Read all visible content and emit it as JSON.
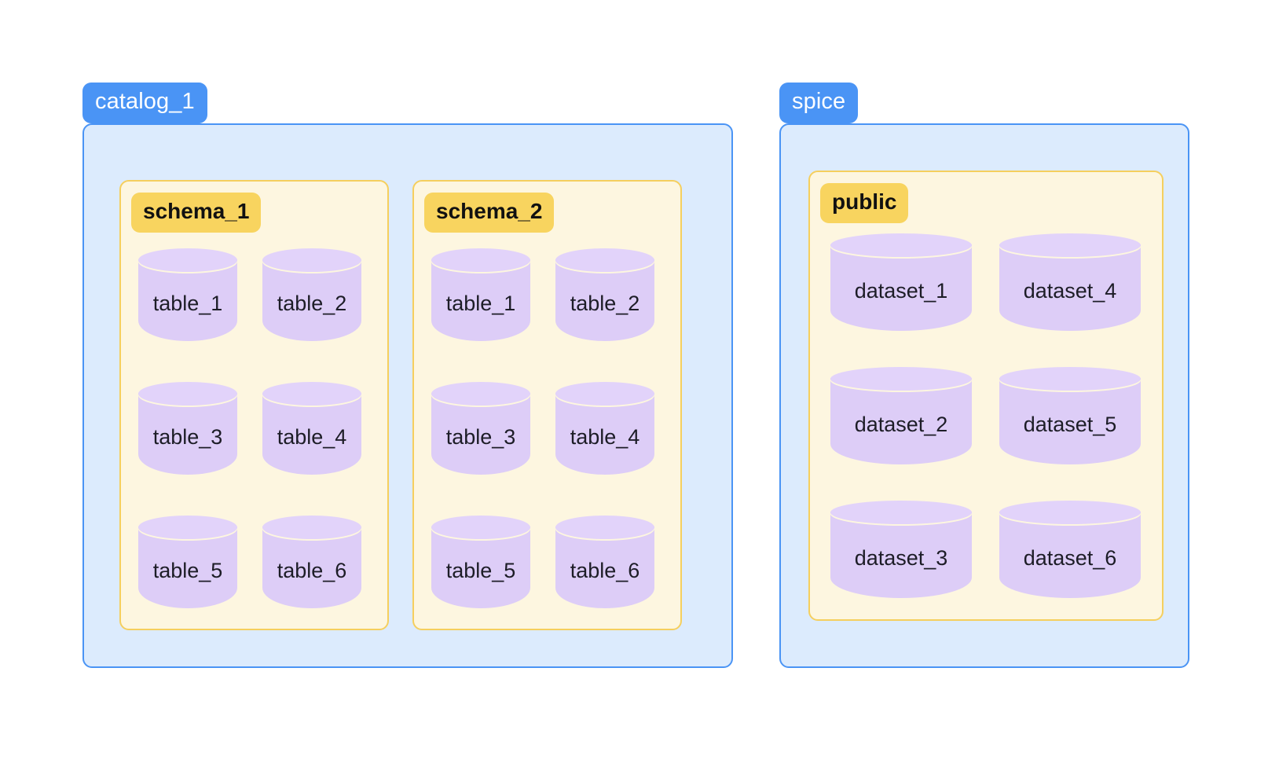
{
  "diagram": {
    "type": "catalog-schema-table-hierarchy",
    "colors": {
      "group_accent": "#4a94f5",
      "group_fill": "#dcebfd",
      "schema_accent": "#f5cf5e",
      "schema_tag": "#f8d45f",
      "schema_fill": "#fdf6e0",
      "cylinder_body": "#ddcdf7",
      "cylinder_top": "#e2d3fa",
      "page_background": "#ffffff"
    }
  },
  "groups": [
    {
      "label": "catalog_1",
      "schemas": [
        {
          "label": "schema_1",
          "objects": [
            {
              "label": "table_1"
            },
            {
              "label": "table_2"
            },
            {
              "label": "table_3"
            },
            {
              "label": "table_4"
            },
            {
              "label": "table_5"
            },
            {
              "label": "table_6"
            }
          ]
        },
        {
          "label": "schema_2",
          "objects": [
            {
              "label": "table_1"
            },
            {
              "label": "table_2"
            },
            {
              "label": "table_3"
            },
            {
              "label": "table_4"
            },
            {
              "label": "table_5"
            },
            {
              "label": "table_6"
            }
          ]
        }
      ]
    },
    {
      "label": "spice",
      "schemas": [
        {
          "label": "public",
          "objects": [
            {
              "label": "dataset_1"
            },
            {
              "label": "dataset_4"
            },
            {
              "label": "dataset_2"
            },
            {
              "label": "dataset_5"
            },
            {
              "label": "dataset_3"
            },
            {
              "label": "dataset_6"
            }
          ]
        }
      ]
    }
  ]
}
